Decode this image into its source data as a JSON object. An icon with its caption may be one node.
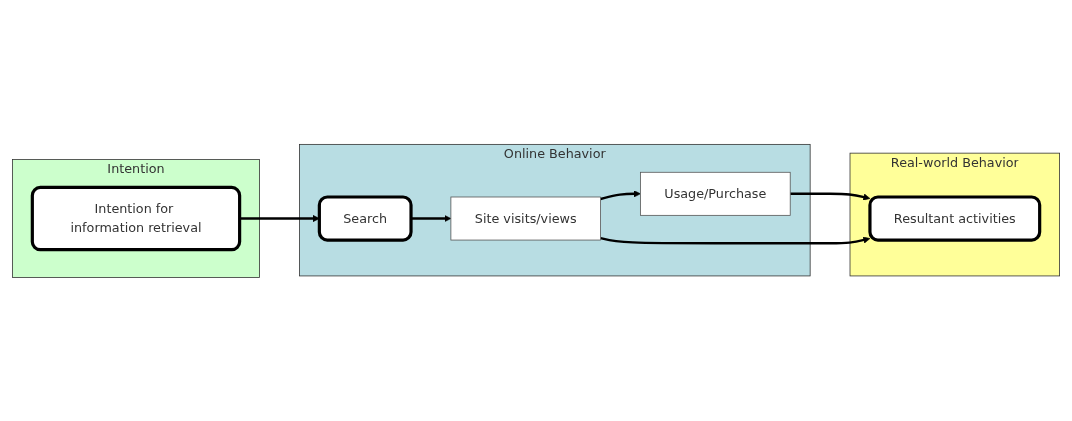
{
  "diagram": {
    "nodes": [
      {
        "text": [
          "Intention"
        ]
      },
      {
        "text": [
          "Intention for information retrieval"
        ],
        "in": 0
      },
      {
        "text": [
          "Online Behavior"
        ]
      },
      {
        "text": [
          "Usage/Purchase"
        ],
        "in": 2
      },
      {
        "text": [
          "Site visits/views"
        ],
        "in": 2
      },
      {
        "text": [
          "Search"
        ],
        "in": 2
      },
      {
        "text": [
          "Real-world Behavior"
        ]
      },
      {
        "text": [
          "Resultant activities"
        ],
        "in": 6
      }
    ],
    "edges": [
      {
        "from": 1,
        "to": 5,
        "arrow": "to"
      },
      {
        "from": 5,
        "to": 4,
        "arrow": "to"
      },
      {
        "from": 4,
        "to": 3,
        "arrow": "to"
      },
      {
        "from": 3,
        "to": 7,
        "arrow": "to"
      },
      {
        "from": 4,
        "to": 7,
        "arrow": "to"
      }
    ]
  }
}
